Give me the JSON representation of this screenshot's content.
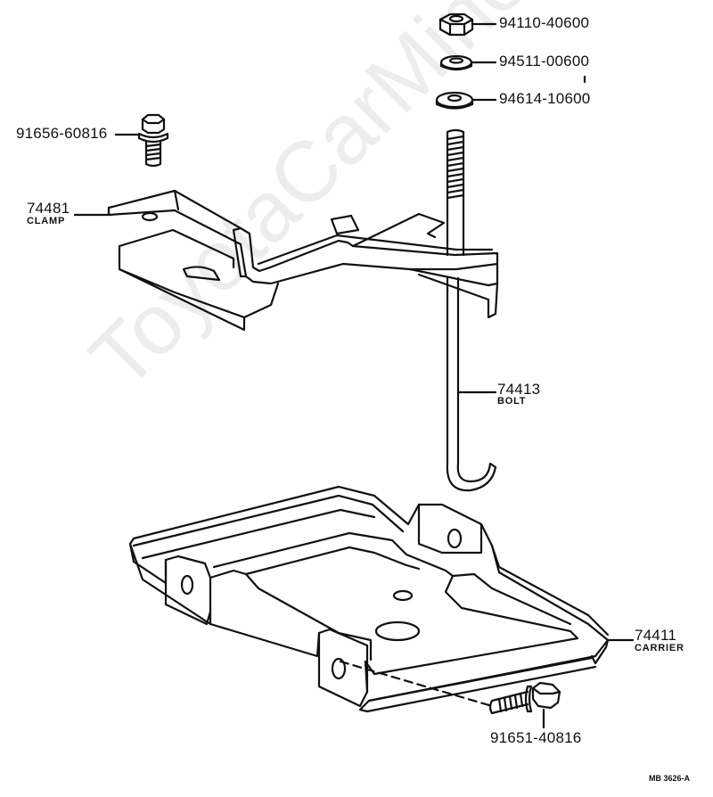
{
  "watermark": "ToyotaCarMine.ru",
  "parts": {
    "nut": "94110-40600",
    "spring_washer": "94511-00600",
    "plain_washer": "94614-10600",
    "clamp_bolt": "91656-60816",
    "clamp_number": "74481",
    "clamp_name": "CLAMP",
    "hook_bolt_number": "74413",
    "hook_bolt_name": "BOLT",
    "carrier_number": "74411",
    "carrier_name": "CARRIER",
    "carrier_bolt": "91651-40816"
  },
  "figure_ref": "MB 3626-A"
}
